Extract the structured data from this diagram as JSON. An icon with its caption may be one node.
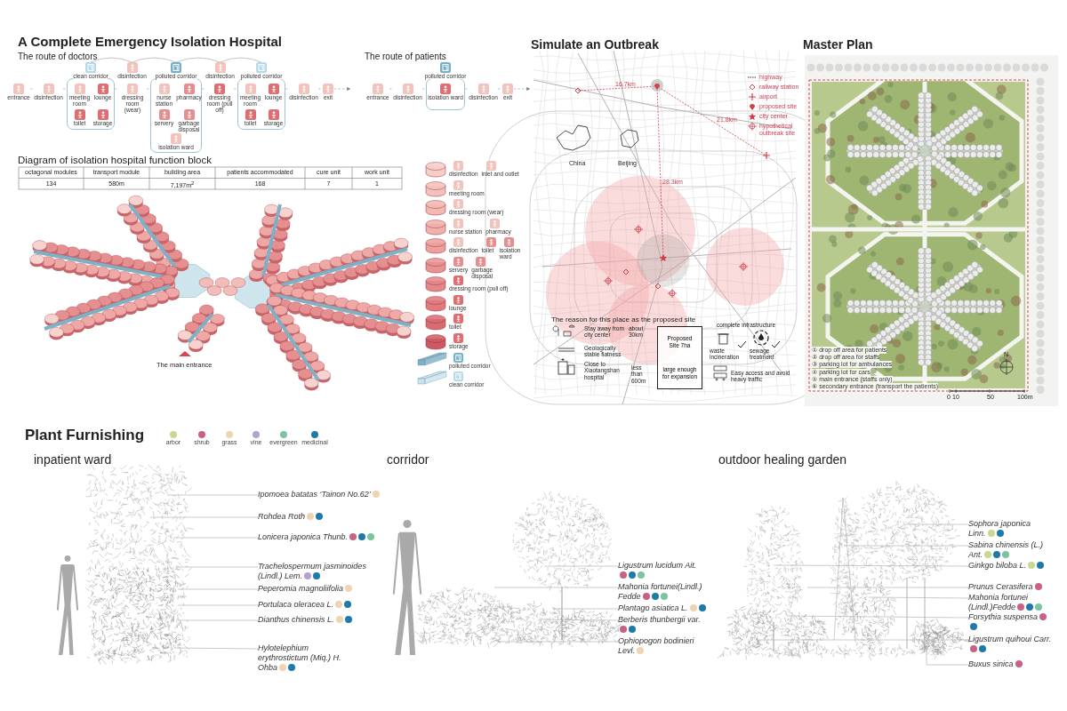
{
  "diagram": {
    "title": "A Complete Emergency Isolation Hospital",
    "nodes": [
      {
        "text": [
          "entrance"
        ]
      },
      {
        "text": [
          "disinfection"
        ]
      },
      {
        "text": [
          "clean corridor"
        ]
      },
      {
        "text": [
          "meeting room"
        ],
        "in": 2
      },
      {
        "text": [
          "lounge"
        ],
        "in": 2
      },
      {
        "text": [
          "toilet"
        ],
        "in": 2
      },
      {
        "text": [
          "storage"
        ],
        "in": 2
      },
      {
        "text": [
          "disinfection"
        ]
      },
      {
        "text": [
          "dressing room (wear)"
        ]
      },
      {
        "text": [
          "polluted corridor"
        ]
      },
      {
        "text": [
          "nurse station"
        ],
        "in": 9
      },
      {
        "text": [
          "pharmacy"
        ],
        "in": 9
      },
      {
        "text": [
          "servery"
        ],
        "in": 9
      },
      {
        "text": [
          "garbage disposal"
        ],
        "in": 9
      },
      {
        "text": [
          "isolation ward"
        ],
        "in": 9
      },
      {
        "text": [
          "disinfection"
        ]
      },
      {
        "text": [
          "dressing room (pull off)"
        ]
      },
      {
        "text": [
          "polluted corridor"
        ]
      },
      {
        "text": [
          "meeting room"
        ],
        "in": 17
      },
      {
        "text": [
          "lounge"
        ],
        "in": 17
      },
      {
        "text": [
          "toilet"
        ],
        "in": 17
      },
      {
        "text": [
          "storage"
        ],
        "in": 17
      },
      {
        "text": [
          "disinfection"
        ]
      },
      {
        "text": [
          "exit"
        ]
      },
      {
        "text": [
          "entrance"
        ]
      },
      {
        "text": [
          "disinfection"
        ]
      },
      {
        "text": [
          "polluted corridor"
        ]
      },
      {
        "text": [
          "isolation ward"
        ],
        "in": 26
      },
      {
        "text": [
          "disinfection"
        ]
      },
      {
        "text": [
          "exit"
        ]
      },
      {
        "text": [
          "Proposed Site 7ha",
          "large enough for expansion"
        ]
      },
      {
        "text": [
          "Ipomoea batatas ‘Tainon No.62’"
        ]
      },
      {
        "text": [
          "Rohdea Roth"
        ]
      },
      {
        "text": [
          "Lonicera japonica Thunb."
        ]
      },
      {
        "text": [
          "Trachelospermum jasminoides (Lindl.) Lem."
        ]
      },
      {
        "text": [
          "Peperomia magnoliifolia"
        ]
      },
      {
        "text": [
          "Portulaca oleracea L."
        ]
      },
      {
        "text": [
          "Dianthus chinensis L."
        ]
      },
      {
        "text": [
          "Hylotelephium erythrostictum (Miq.) H. Ohba"
        ]
      },
      {
        "text": [
          "Ligustrum lucidum Ait."
        ]
      },
      {
        "text": [
          "Mahonia fortunei(Lindl.) Fedde"
        ]
      },
      {
        "text": [
          "Plantago asiatica L."
        ]
      },
      {
        "text": [
          "Berberis thunbergii var."
        ]
      },
      {
        "text": [
          "Ophiopogon bodinieri Levl."
        ]
      },
      {
        "text": [
          "Sophora japonica Linn."
        ]
      },
      {
        "text": [
          "Sabina chinensis (L.) Ant."
        ]
      },
      {
        "text": [
          "Ginkgo biloba L."
        ]
      },
      {
        "text": [
          "Prunus Cerasifera"
        ]
      },
      {
        "text": [
          "Mahonia fortunei (Lindl.)Fedde"
        ]
      },
      {
        "text": [
          "Forsythia suspensa"
        ]
      },
      {
        "text": [
          "Ligustrum quihoui Carr."
        ]
      },
      {
        "text": [
          "Buxus sinica"
        ]
      }
    ],
    "edges": [
      {
        "from": 0,
        "to": 1,
        "arrow": "none",
        "style": "dashed"
      },
      {
        "from": 1,
        "to": 2,
        "arrow": "none",
        "style": "dashed"
      },
      {
        "from": 2,
        "to": 8,
        "arrow": "none",
        "style": "dashed"
      },
      {
        "from": 8,
        "to": 9,
        "arrow": "none",
        "style": "dashed"
      },
      {
        "from": 9,
        "to": 16,
        "arrow": "none",
        "style": "dashed"
      },
      {
        "from": 16,
        "to": 17,
        "arrow": "none",
        "style": "dashed"
      },
      {
        "from": 17,
        "to": 22,
        "arrow": "none",
        "style": "dashed"
      },
      {
        "from": 22,
        "to": 23,
        "arrow": "none",
        "style": "dashed"
      },
      {
        "from": 23,
        "to": null,
        "arrow": "to",
        "style": "dashed"
      },
      {
        "from": 2,
        "to": 7,
        "arrow": "none"
      },
      {
        "from": 7,
        "to": 9,
        "arrow": "none"
      },
      {
        "from": 9,
        "to": 15,
        "arrow": "none"
      },
      {
        "from": 15,
        "to": 17,
        "arrow": "none"
      },
      {
        "from": 24,
        "to": 25,
        "arrow": "none",
        "style": "dashed"
      },
      {
        "from": 25,
        "to": 26,
        "arrow": "none",
        "style": "dashed"
      },
      {
        "from": 26,
        "to": 28,
        "arrow": "none",
        "style": "dashed"
      },
      {
        "from": 28,
        "to": 29,
        "arrow": "none",
        "style": "dashed"
      },
      {
        "from": 29,
        "to": null,
        "arrow": "to",
        "style": "dashed"
      },
      {
        "from": 31,
        "to": null,
        "arrow": "none"
      },
      {
        "from": 32,
        "to": null,
        "arrow": "none"
      },
      {
        "from": 33,
        "to": null,
        "arrow": "none"
      },
      {
        "from": 34,
        "to": null,
        "arrow": "none"
      },
      {
        "from": 35,
        "to": null,
        "arrow": "none"
      },
      {
        "from": 36,
        "to": null,
        "arrow": "none"
      },
      {
        "from": 37,
        "to": null,
        "arrow": "none"
      },
      {
        "from": 38,
        "to": null,
        "arrow": "none"
      },
      {
        "from": 39,
        "to": null,
        "arrow": "none"
      },
      {
        "from": 40,
        "to": null,
        "arrow": "none"
      },
      {
        "from": 41,
        "to": null,
        "arrow": "none"
      },
      {
        "from": 42,
        "to": null,
        "arrow": "none"
      },
      {
        "from": 43,
        "to": null,
        "arrow": "none"
      },
      {
        "from": 44,
        "to": null,
        "arrow": "none"
      },
      {
        "from": 45,
        "to": null,
        "arrow": "none"
      },
      {
        "from": 46,
        "to": null,
        "arrow": "none"
      },
      {
        "from": 47,
        "to": null,
        "arrow": "none"
      },
      {
        "from": 48,
        "to": null,
        "arrow": "none"
      },
      {
        "from": 49,
        "to": null,
        "arrow": "none"
      },
      {
        "from": 50,
        "to": null,
        "arrow": "none"
      },
      {
        "from": 51,
        "to": null,
        "arrow": "none"
      }
    ],
    "labels": [
      "The route of doctors",
      "The route of patients",
      "Diagram of isolation hospital function block",
      "octagonal modules",
      "transport module",
      "building area",
      "patients accommodated",
      "cure unit",
      "work unit",
      "134",
      "580m",
      "7,197m$^{2}$",
      "168",
      "7",
      "1",
      "The main entrance",
      "Simulate an Outbreak",
      "16.7km",
      "21.8km",
      "28.3km",
      "China",
      "Beijing",
      "The reason for this place as the proposed site",
      "Stay away from city center",
      "about 30km",
      "Geologically stable flatness",
      "Close to Xiaotangshan hospital",
      "less than 600m",
      "complete infrastructure",
      "waste incineration",
      "sewage treatment",
      "Easy access and avoid heavy traffic",
      "Master Plan",
      "① drop off area for patients",
      "② drop off area for staffs",
      "③ parking lot for ambulances",
      "④ parking lot for cars",
      "⑤ main entrance (staffs only)",
      "⑥ secondary entrance (transport the patients)",
      "N",
      "0",
      "10",
      "50",
      "100m",
      "Plant Furnishing",
      "inpatient ward",
      "corridor",
      "outdoor healing garden"
    ],
    "legend": [
      {
        "text": "disinfection"
      },
      {
        "text": "inlet and outlet"
      },
      {
        "text": "meeting room"
      },
      {
        "text": "dressing room (wear)"
      },
      {
        "text": "nurse station"
      },
      {
        "text": "pharmacy"
      },
      {
        "text": "disinfection"
      },
      {
        "text": "toilet"
      },
      {
        "text": "isolation ward"
      },
      {
        "text": "servery"
      },
      {
        "text": "garbage disposal"
      },
      {
        "text": "dressing room (pull off)"
      },
      {
        "text": "lounge"
      },
      {
        "text": "toilet"
      },
      {
        "text": "storage"
      },
      {
        "text": "polluted corridor"
      },
      {
        "text": "clean corridor"
      },
      {
        "text": "highway"
      },
      {
        "text": "railway station"
      },
      {
        "text": "airport"
      },
      {
        "text": "proposed site"
      },
      {
        "text": "city center"
      },
      {
        "text": "hypothetical outbreak site"
      },
      {
        "text": "arbor",
        "color": "#c6d98f"
      },
      {
        "text": "shrub",
        "color": "#c8618a"
      },
      {
        "text": "grass",
        "color": "#efd3b3"
      },
      {
        "text": "vine",
        "color": "#b4a2d2"
      },
      {
        "text": "evergreen",
        "color": "#7cc3a0"
      },
      {
        "text": "medicinal",
        "color": "#1e7aa8"
      }
    ]
  }
}
